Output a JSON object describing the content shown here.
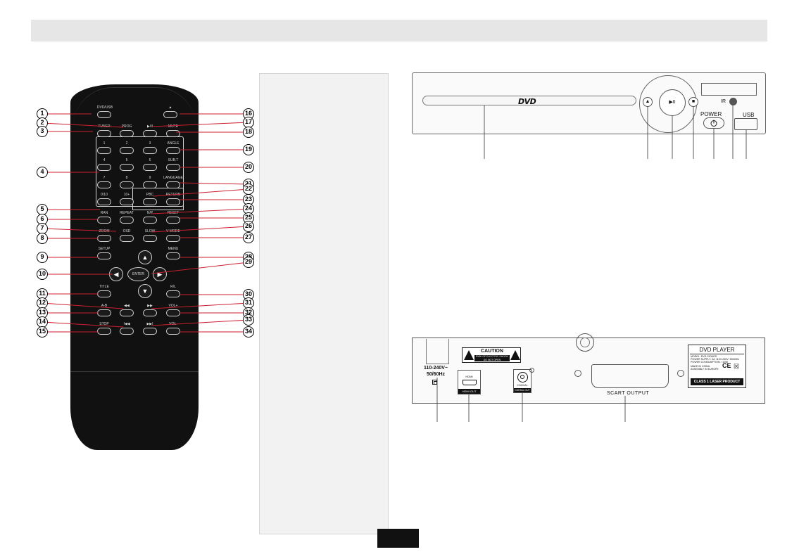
{
  "remote": {
    "buttons": {
      "dvd_usb": "DVD/USB",
      "eject": "▲",
      "tuner": "TUNER",
      "prog": "PROG",
      "play_pause": "▶/II",
      "mute": "MUTE",
      "n1": "1",
      "n2": "2",
      "n3": "3",
      "n4": "4",
      "n5": "5",
      "n6": "6",
      "n7": "7",
      "n8": "8",
      "n9": "9",
      "n0": "0/10",
      "n10": "10+",
      "angle": "ANGLE",
      "subt": "SUB.T",
      "language": "LANGUAGE",
      "pbc": "PBC",
      "return": "RETURN",
      "ran": "RAN",
      "repeat": "REPEAT",
      "np": "N/P",
      "reset": "RESET",
      "zoom": "ZOOM",
      "osd": "OSD",
      "slow": "SLOW",
      "vmode": "V-MODE",
      "setup": "SETUP",
      "menu": "MENU",
      "enter": "ENTER",
      "title": "TITLE",
      "ril": "R/L",
      "ab": "A-B",
      "rew": "◀◀",
      "ffw": "▶▶",
      "vol_up": "VOL+",
      "stop": "STOP",
      "prev": "I◀◀",
      "next": "▶▶I",
      "vol_down": "VOL-"
    },
    "callouts": [
      "1",
      "2",
      "3",
      "4",
      "5",
      "6",
      "7",
      "8",
      "9",
      "10",
      "11",
      "12",
      "13",
      "14",
      "15",
      "16",
      "17",
      "18",
      "19",
      "20",
      "21",
      "22",
      "23",
      "24",
      "25",
      "26",
      "27",
      "28",
      "29",
      "30",
      "31",
      "32",
      "33",
      "34"
    ]
  },
  "front_panel": {
    "logo": "DVD",
    "ir": "IR",
    "power": "POWER",
    "usb": "USB"
  },
  "rear_panel": {
    "voltage_line1": "110-240V~",
    "voltage_line2": "50/60Hz",
    "caution_title": "CAUTION",
    "caution_text": "RISK OF ELECTRIC SHOCK DO NOT OPEN",
    "hdmi_label": "HDMI",
    "hdmi_out": "HDMI OUT",
    "coaxial_label": "COAXIAL",
    "digital_out": "DIGITAL OUT",
    "scart": "SCART OUTPUT",
    "label_title": "DVD PLAYER",
    "label_model": "MODEL: DVD-310HDS",
    "label_supply": "POWER SUPPLY: AC 110V-240V~50/60Hz",
    "label_consumption": "POWER CONSUMPTION: <15W",
    "label_made": "MADE IN CHINA",
    "label_assembly": "ASSEMBLY IN EUROPE",
    "ce": "CE",
    "laser": "CLASS 1 LASER PRODUCT"
  },
  "colors": {
    "remote_body": "#111111",
    "header_bar": "#e6e6e6",
    "callout_line": "#cc1f2f"
  }
}
